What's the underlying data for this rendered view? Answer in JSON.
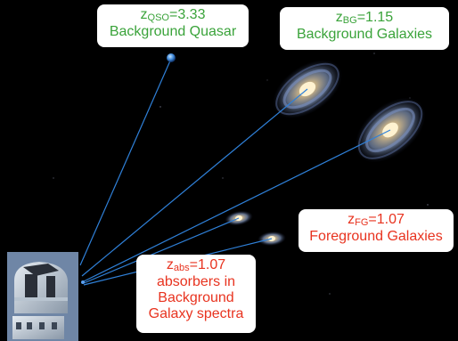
{
  "quasar_label": {
    "z_prefix": "z",
    "z_sub": "QSO",
    "z_value": "=3.33",
    "name": "Background Quasar"
  },
  "bg_label": {
    "z_prefix": "z",
    "z_sub": "BG",
    "z_value": "=1.15",
    "name": "Background Galaxies"
  },
  "fg_label": {
    "z_prefix": "z",
    "z_sub": "FG",
    "z_value": "=1.07",
    "name": "Foreground Galaxies"
  },
  "abs_label": {
    "z_prefix": "z",
    "z_sub": "abs",
    "z_value": "=1.07",
    "line1": "absorbers in",
    "line2": "Background",
    "line3": "Galaxy spectra"
  },
  "colors": {
    "green": "#3aa33a",
    "red": "#e8331f",
    "sightline": "#2f80d8"
  }
}
